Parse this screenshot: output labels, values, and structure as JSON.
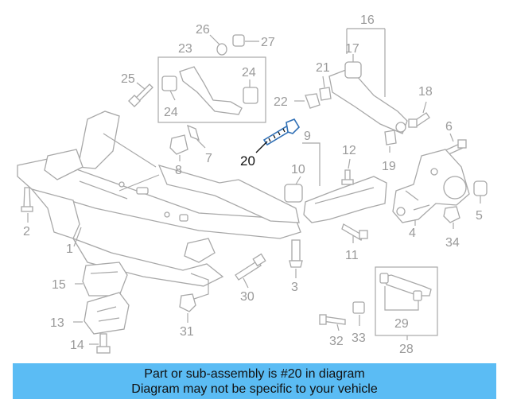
{
  "callouts": {
    "n1": "1",
    "n2": "2",
    "n3": "3",
    "n4": "4",
    "n5": "5",
    "n6": "6",
    "n7": "7",
    "n8": "8",
    "n9": "9",
    "n10": "10",
    "n11": "11",
    "n12": "12",
    "n13": "13",
    "n14": "14",
    "n15": "15",
    "n16": "16",
    "n17": "17",
    "n18": "18",
    "n19": "19",
    "n20": "20",
    "n21": "21",
    "n22": "22",
    "n23": "23",
    "n24a": "24",
    "n24b": "24",
    "n25": "25",
    "n26": "26",
    "n27": "27",
    "n28": "28",
    "n29": "29",
    "n30": "30",
    "n31": "31",
    "n32": "32",
    "n33": "33",
    "n34": "34"
  },
  "highlight": {
    "part_number": "20",
    "color": "#2f6fb5"
  },
  "banner": {
    "line1": "Part or sub-assembly is #20 in diagram",
    "line2": "Diagram may not be specific to your vehicle",
    "background": "#5bbcf4"
  }
}
